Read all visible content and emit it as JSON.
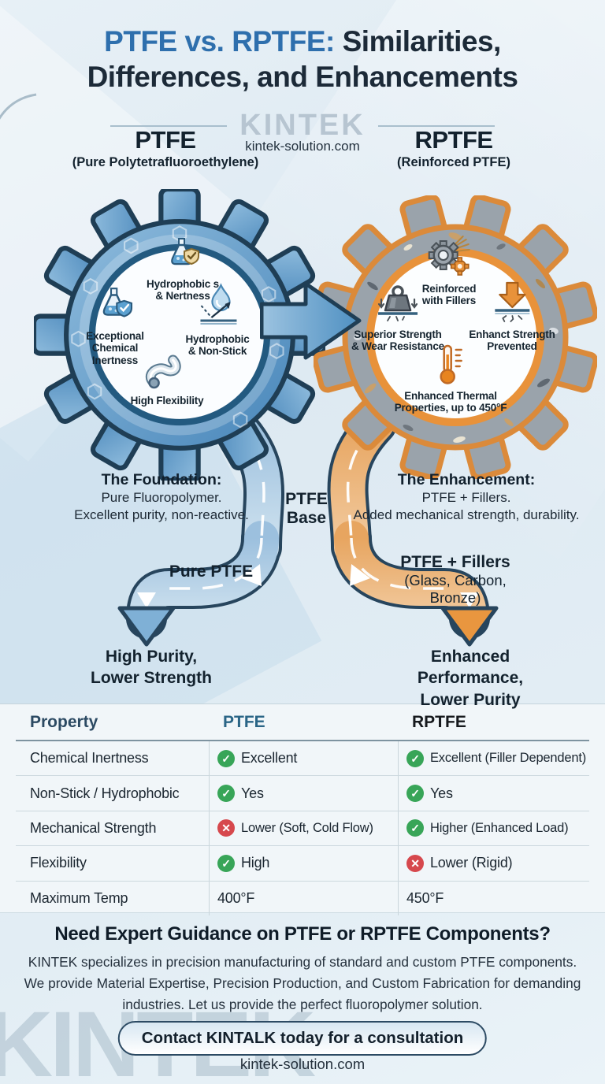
{
  "title": {
    "highlight": "PTFE vs. RPTFE:",
    "line1_rest": "Similarities,",
    "line2": "Differences, and Enhancements"
  },
  "logo": {
    "name": "KINTEK",
    "url": "kintek-solution.com"
  },
  "columns": {
    "left": {
      "heading": "PTFE",
      "subheading": "(Pure Polytetrafluoroethylene)"
    },
    "right": {
      "heading": "RPTFE",
      "subheading": "(Reinforced PTFE)"
    }
  },
  "left_gear": {
    "features": [
      {
        "icon": "flask-shield-icon",
        "label": "Hydrophobic s\n& Nertness"
      },
      {
        "icon": "flask-shield-icon",
        "label": "Exceptional\nChemical\nInertness"
      },
      {
        "icon": "droplet-bounce-icon",
        "label": "Hydrophobic\n& Non-Stick"
      },
      {
        "icon": "flexible-tube-icon",
        "label": "High Flexibility"
      }
    ]
  },
  "right_gear": {
    "features": [
      {
        "icon": "gear-fillers-icon",
        "label": "Reinforced\nwith Fillers"
      },
      {
        "icon": "weight-icon",
        "label": "Superior Strength\n& Wear Resistance"
      },
      {
        "icon": "press-arrow-icon",
        "label": "Enhanct Strength\nPrevented"
      },
      {
        "icon": "thermometer-icon",
        "label": "Enhanced Thermal\nProperties, up to 450°F"
      }
    ]
  },
  "flow": {
    "foundation": {
      "title": "The Foundation:",
      "line1": "Pure Fluoropolymer.",
      "line2": "Excellent purity, non-reactive."
    },
    "enhancement": {
      "title": "The Enhancement:",
      "line1": "PTFE + Fillers.",
      "line2": "Added mechanical strength, durability."
    },
    "base_label": "PTFE\nBase",
    "left_branch": "Pure PTFE",
    "right_branch_title": "PTFE + Fillers",
    "right_branch_sub": "(Glass, Carbon, Bronze)",
    "left_result": "High Purity,\nLower Strength",
    "right_result": "Enhanced Performance,\nLower Purity"
  },
  "table": {
    "headers": [
      "Property",
      "PTFE",
      "RPTFE"
    ],
    "rows": [
      {
        "property": "Chemical Inertness",
        "ptfe": {
          "status": "pass",
          "text": "Excellent"
        },
        "rptfe": {
          "status": "pass",
          "text": "Excellent (Filler Dependent)"
        }
      },
      {
        "property": "Non-Stick / Hydrophobic",
        "ptfe": {
          "status": "pass",
          "text": "Yes"
        },
        "rptfe": {
          "status": "pass",
          "text": "Yes"
        }
      },
      {
        "property": "Mechanical Strength",
        "ptfe": {
          "status": "fail",
          "text": "Lower (Soft, Cold Flow)"
        },
        "rptfe": {
          "status": "pass",
          "text": "Higher (Enhanced Load)"
        }
      },
      {
        "property": "Flexibility",
        "ptfe": {
          "status": "pass",
          "text": "High"
        },
        "rptfe": {
          "status": "fail",
          "text": "Lower (Rigid)"
        }
      },
      {
        "property": "Maximum Temp",
        "ptfe": {
          "status": "none",
          "text": "400°F"
        },
        "rptfe": {
          "status": "none",
          "text": "450°F"
        }
      }
    ]
  },
  "cta": {
    "heading": "Need Expert Guidance on PTFE or RPTFE Components?",
    "body": "KINTEK specializes in precision manufacturing of standard and custom PTFE components. We provide Material Expertise, Precision Production, and Custom Fabrication for demanding industries. Let us provide the perfect fluoropolymer solution.",
    "button": "Contact KINTALK today for a consultation",
    "url": "kintek-solution.com"
  },
  "watermark": "KINTEK",
  "colors": {
    "accent_blue": "#2e6fad",
    "navy": "#1c2a38",
    "orange": "#e8923a",
    "green": "#38a558",
    "red": "#d6484d"
  }
}
